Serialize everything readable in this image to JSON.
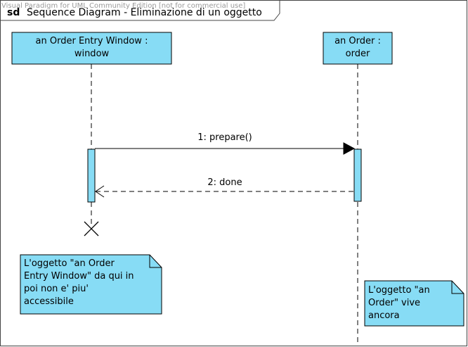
{
  "frame": {
    "kind_label": "sd",
    "title": "Sequence Diagram - Eliminazione di un oggetto"
  },
  "watermark": "Visual Paradigm for UML Community Edition [not for commercial use]",
  "lifelines": [
    {
      "line1": "an Order Entry Window :",
      "line2": "window"
    },
    {
      "line1": "an Order :",
      "line2": "order"
    }
  ],
  "messages": [
    {
      "label": "1: prepare()",
      "kind": "synchronous"
    },
    {
      "label": "2: done",
      "kind": "return"
    }
  ],
  "notes": [
    {
      "lines": [
        "L'oggetto \"an Order",
        "Entry Window\" da qui in",
        "poi non e' piu'",
        "accessibile"
      ]
    },
    {
      "lines": [
        "L'oggetto \"an",
        "Order\" vive",
        "ancora"
      ]
    }
  ],
  "colors": {
    "lifeline_fill": "#87dcf5",
    "note_fill": "#87dcf5",
    "stroke": "#000000",
    "frame_stroke": "#444444",
    "watermark": "#9a9a9a"
  }
}
